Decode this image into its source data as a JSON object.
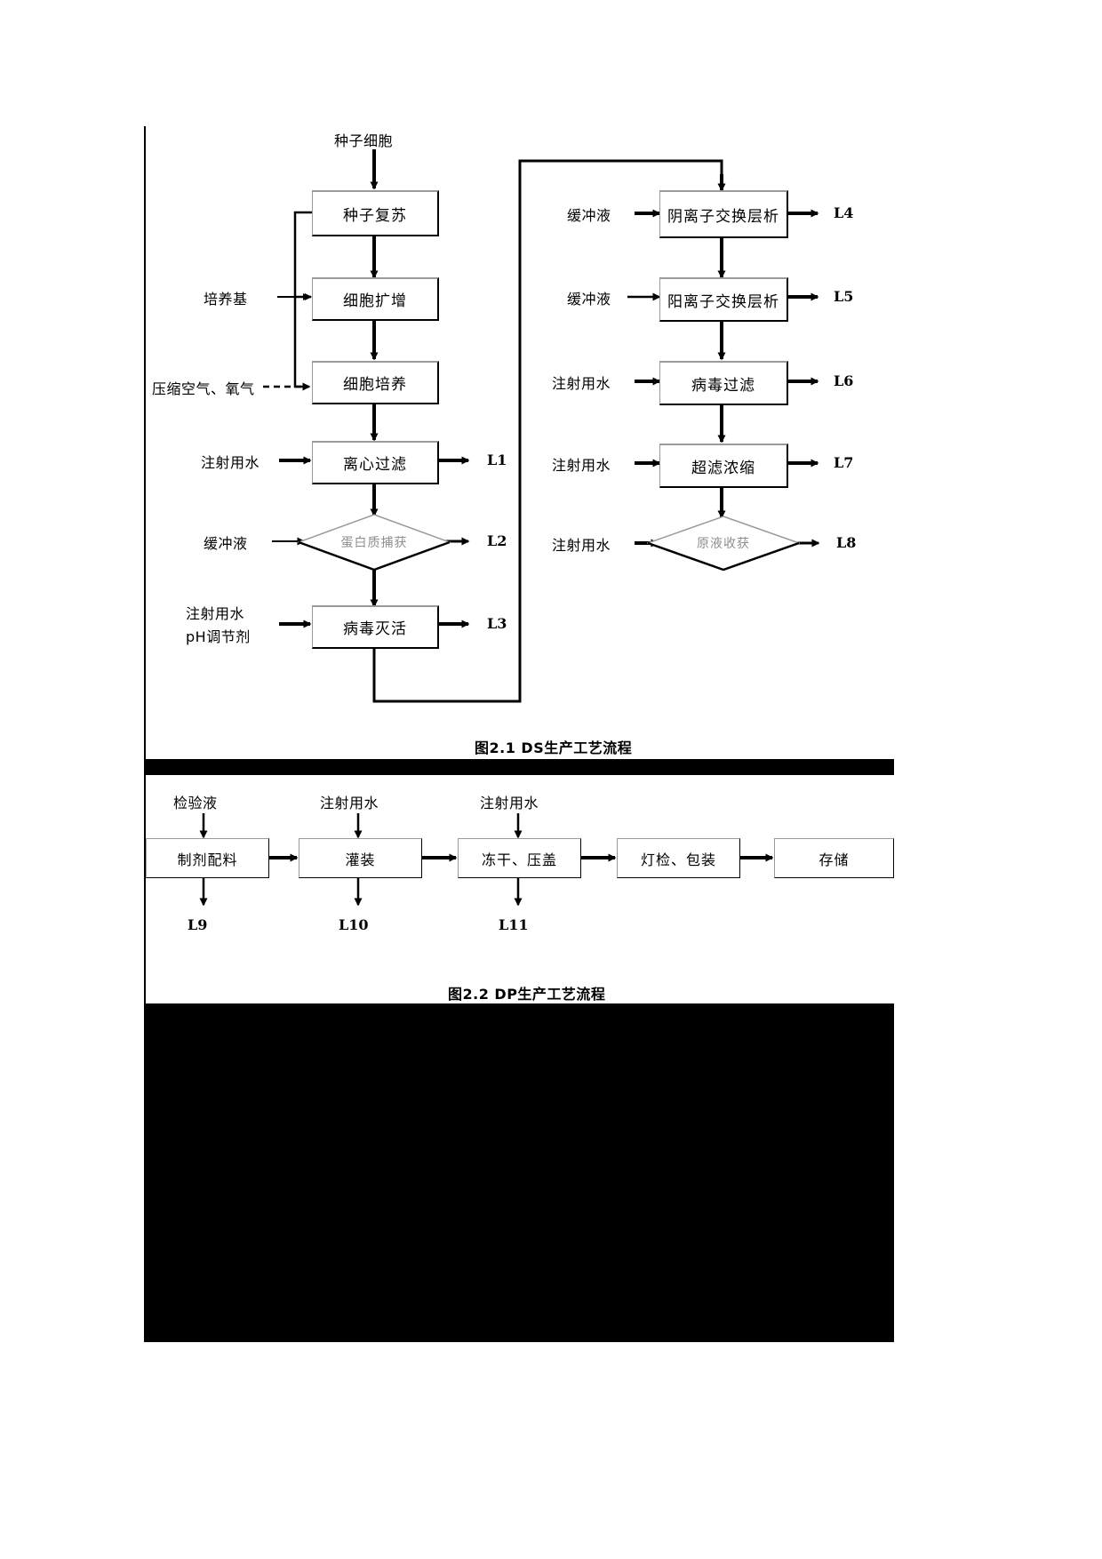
{
  "figure1": {
    "caption": "图2.1 DS生产工艺流程",
    "input_top": "种子细胞",
    "left_column": {
      "boxes": [
        {
          "label": "种子复苏"
        },
        {
          "label": "细胞扩增"
        },
        {
          "label": "细胞培养"
        },
        {
          "label": "离心过滤"
        },
        {
          "label": "病毒灭活"
        }
      ],
      "diamond": {
        "label": "蛋白质捕获"
      },
      "side_inputs": [
        {
          "text": "培养基"
        },
        {
          "text": "压缩空气、氧气"
        },
        {
          "text": "注射用水"
        },
        {
          "text": "缓冲液"
        },
        {
          "text": "注射用水"
        },
        {
          "text": "pH调节剂"
        }
      ],
      "outputs": [
        "L1",
        "L2",
        "L3"
      ]
    },
    "right_column": {
      "boxes": [
        {
          "label": "阴离子交换层析"
        },
        {
          "label": "阳离子交换层析"
        },
        {
          "label": "病毒过滤"
        },
        {
          "label": "超滤浓缩"
        }
      ],
      "diamond": {
        "label": "原液收获"
      },
      "side_inputs": [
        {
          "text": "缓冲液"
        },
        {
          "text": "缓冲液"
        },
        {
          "text": "注射用水"
        },
        {
          "text": "注射用水"
        },
        {
          "text": "注射用水"
        }
      ],
      "outputs": [
        "L4",
        "L5",
        "L6",
        "L7",
        "L8"
      ]
    }
  },
  "figure2": {
    "caption": "图2.2 DP生产工艺流程",
    "top_inputs": [
      "检验液",
      "注射用水",
      "注射用水"
    ],
    "boxes": [
      {
        "label": "制剂配料"
      },
      {
        "label": "灌装"
      },
      {
        "label": "冻干、压盖"
      },
      {
        "label": "灯检、包装"
      },
      {
        "label": "存储"
      }
    ],
    "outputs": [
      "L9",
      "L10",
      "L11"
    ]
  },
  "colors": {
    "line": "#000000",
    "box_highlight": "#9a9a9a",
    "diamond_text": "#8f8f8f",
    "background": "#ffffff"
  }
}
